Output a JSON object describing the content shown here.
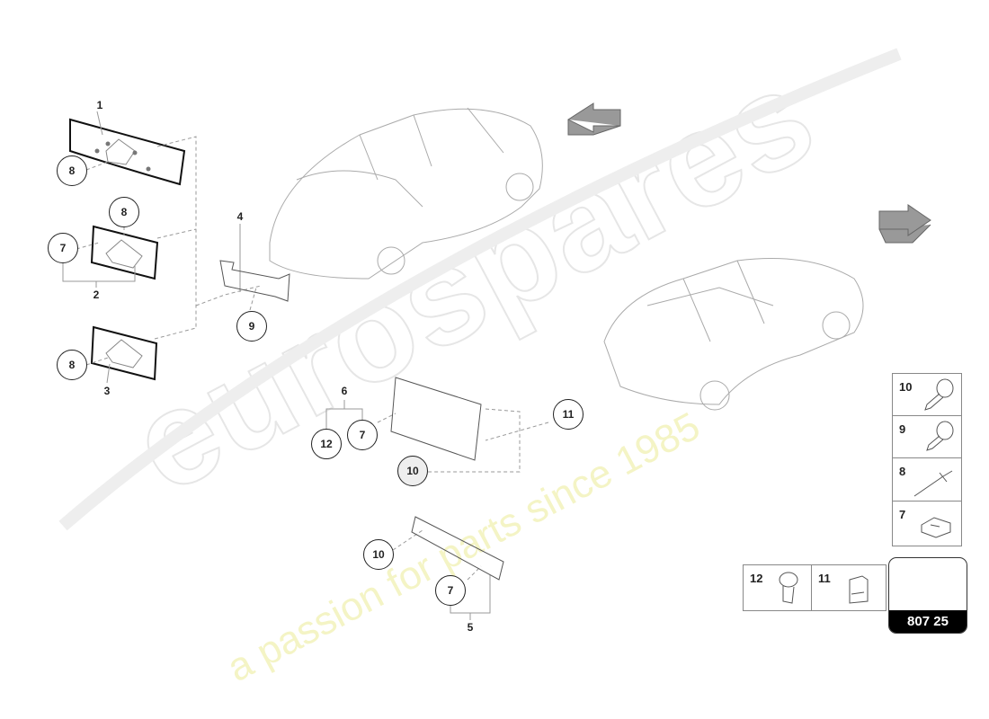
{
  "watermark": {
    "brand": "eurospares",
    "tagline": "a passion for parts since 1985"
  },
  "labels": {
    "l1": "1",
    "l2": "2",
    "l3": "3",
    "l4": "4",
    "l5": "5",
    "l6": "6"
  },
  "callouts": [
    "8",
    "8",
    "7",
    "9",
    "8",
    "12",
    "7",
    "10",
    "11",
    "10",
    "7"
  ],
  "parts_legend": [
    {
      "number": "10",
      "icon": "screw-washer-icon"
    },
    {
      "number": "9",
      "icon": "screw-washer-icon"
    },
    {
      "number": "8",
      "icon": "rivet-icon"
    },
    {
      "number": "7",
      "icon": "clip-nut-icon"
    },
    {
      "number": "12",
      "icon": "bolt-icon"
    },
    {
      "number": "11",
      "icon": "clip-icon"
    }
  ],
  "diagram_code": "807 25"
}
